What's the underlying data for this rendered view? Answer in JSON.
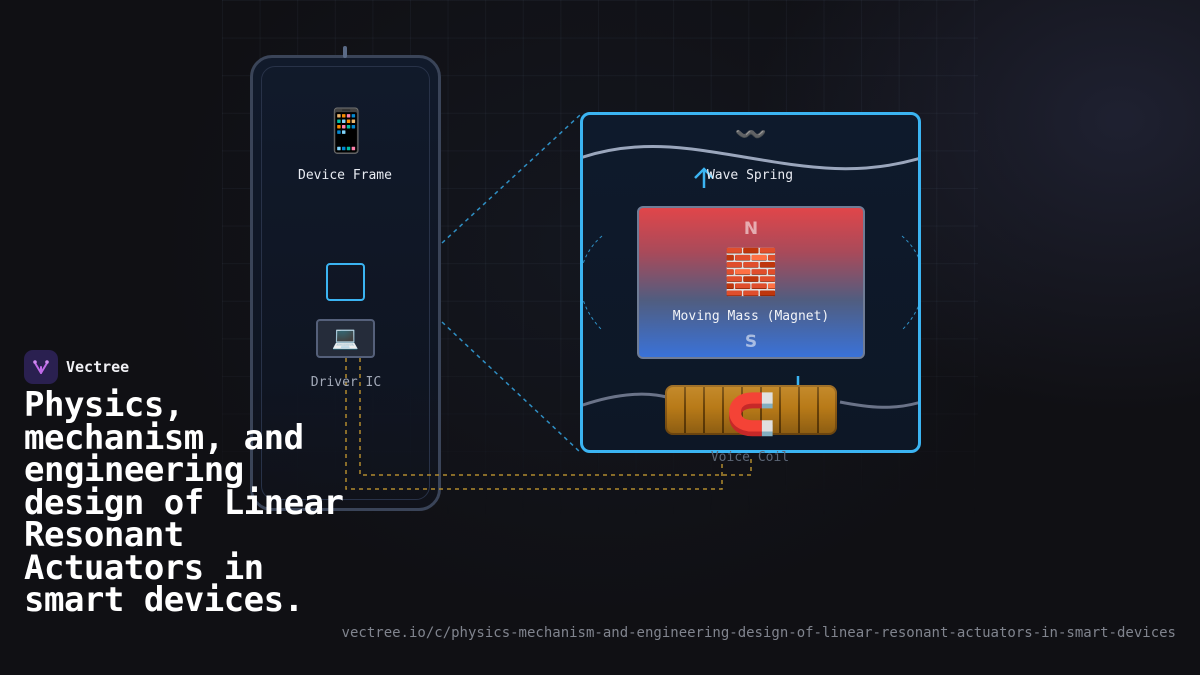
{
  "diagram": {
    "device_frame": {
      "label": "Device Frame",
      "icon": "mobile-phone-icon"
    },
    "driver_ic": {
      "label": "Driver IC",
      "icon": "laptop-icon"
    },
    "wave_spring": {
      "label": "Wave Spring",
      "icon": "wavy-dash-icon"
    },
    "moving_mass": {
      "label": "Moving Mass (Magnet)",
      "icon": "brick-icon",
      "pole_north": "N",
      "pole_south": "S"
    },
    "voice_coil": {
      "label": "Voice Coil",
      "icon": "magnet-icon"
    },
    "colors": {
      "accent": "#3bb4f2",
      "signal_wire": "#c09a3a",
      "pole_north": "#e0464a",
      "pole_south": "#3a72d8",
      "coil": "#b87a18"
    }
  },
  "branding": {
    "name": "Vectree"
  },
  "title": "Physics, mechanism, and engineering design of Linear Resonant Actuators in smart devices.",
  "url": "vectree.io/c/physics-mechanism-and-engineering-design-of-linear-resonant-actuators-in-smart-devices"
}
